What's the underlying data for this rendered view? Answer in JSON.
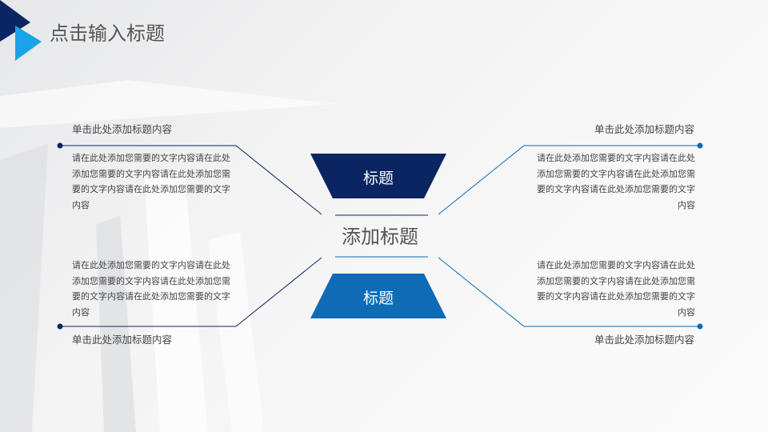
{
  "header": {
    "title": "点击输入标题"
  },
  "center": {
    "top_label": "标题",
    "middle_label": "添加标题",
    "bottom_label": "标题"
  },
  "items": [
    {
      "heading": "单击此处添加标题内容",
      "body": "请在此处添加您需要的文字内容请在此处添加您需要的文字内容请在此处添加您需要的文字内容请在此处添加您需要的文字内容"
    },
    {
      "heading": "单击此处添加标题内容",
      "body": "请在此处添加您需要的文字内容请在此处添加您需要的文字内容请在此处添加您需要的文字内容请在此处添加您需要的文字内容"
    },
    {
      "heading": "单击此处添加标题内容",
      "body": "请在此处添加您需要的文字内容请在此处添加您需要的文字内容请在此处添加您需要的文字内容请在此处添加您需要的文字内容"
    },
    {
      "heading": "单击此处添加标题内容",
      "body": "请在此处添加您需要的文字内容请在此处添加您需要的文字内容请在此处添加您需要的文字内容请在此处添加您需要的文字内容"
    }
  ],
  "colors": {
    "navy": "#0b2563",
    "blue": "#0f6bb6",
    "cyan": "#1aa3e8"
  }
}
